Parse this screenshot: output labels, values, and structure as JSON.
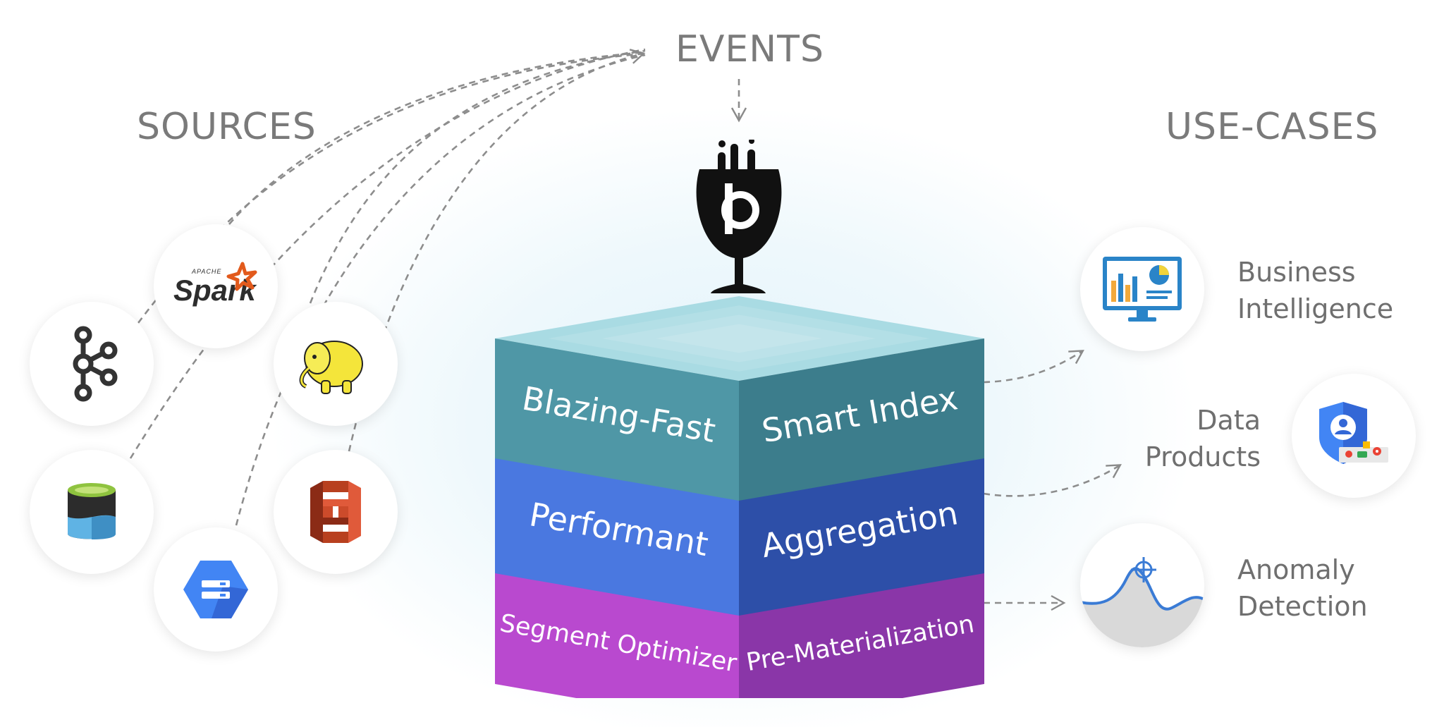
{
  "headings": {
    "events": "EVENTS",
    "sources": "SOURCES",
    "use_cases": "USE-CASES"
  },
  "layers": [
    {
      "left_label": "Blazing-Fast",
      "right_label": "Smart Index",
      "colors": {
        "top": "#a9dbe3",
        "left": "#4f97a6",
        "right": "#3c7d8c"
      }
    },
    {
      "left_label": "Performant",
      "right_label": "Aggregation",
      "colors": {
        "top": "#8fa9f5",
        "left": "#4a78e0",
        "right": "#2d4fa8"
      }
    },
    {
      "left_label": "Segment Optimizer",
      "right_label": "Pre-Materialization",
      "colors": {
        "top": "#f08ff0",
        "left": "#b949cf",
        "right": "#8a36a8"
      }
    }
  ],
  "sources": [
    {
      "name": "Apache Kafka",
      "icon": "kafka-icon"
    },
    {
      "name": "Apache Spark",
      "icon": "spark-icon",
      "logo_text": "Spark",
      "logo_small": "APACHE"
    },
    {
      "name": "Apache Hadoop",
      "icon": "hadoop-elephant-icon"
    },
    {
      "name": "Azure Data Lake",
      "icon": "azure-datalake-icon"
    },
    {
      "name": "Amazon S3",
      "icon": "aws-s3-icon"
    },
    {
      "name": "Google Cloud Storage",
      "icon": "gcs-icon"
    }
  ],
  "use_cases": [
    {
      "line1": "Business",
      "line2": "Intelligence",
      "icon": "dashboard-monitor-icon"
    },
    {
      "line1": "Data",
      "line2": "Products",
      "icon": "user-shield-icon"
    },
    {
      "line1": "Anomaly",
      "line2": "Detection",
      "icon": "anomaly-chart-icon"
    }
  ],
  "logo": {
    "name": "Apache Pinot",
    "icon": "pinot-glass-icon"
  }
}
